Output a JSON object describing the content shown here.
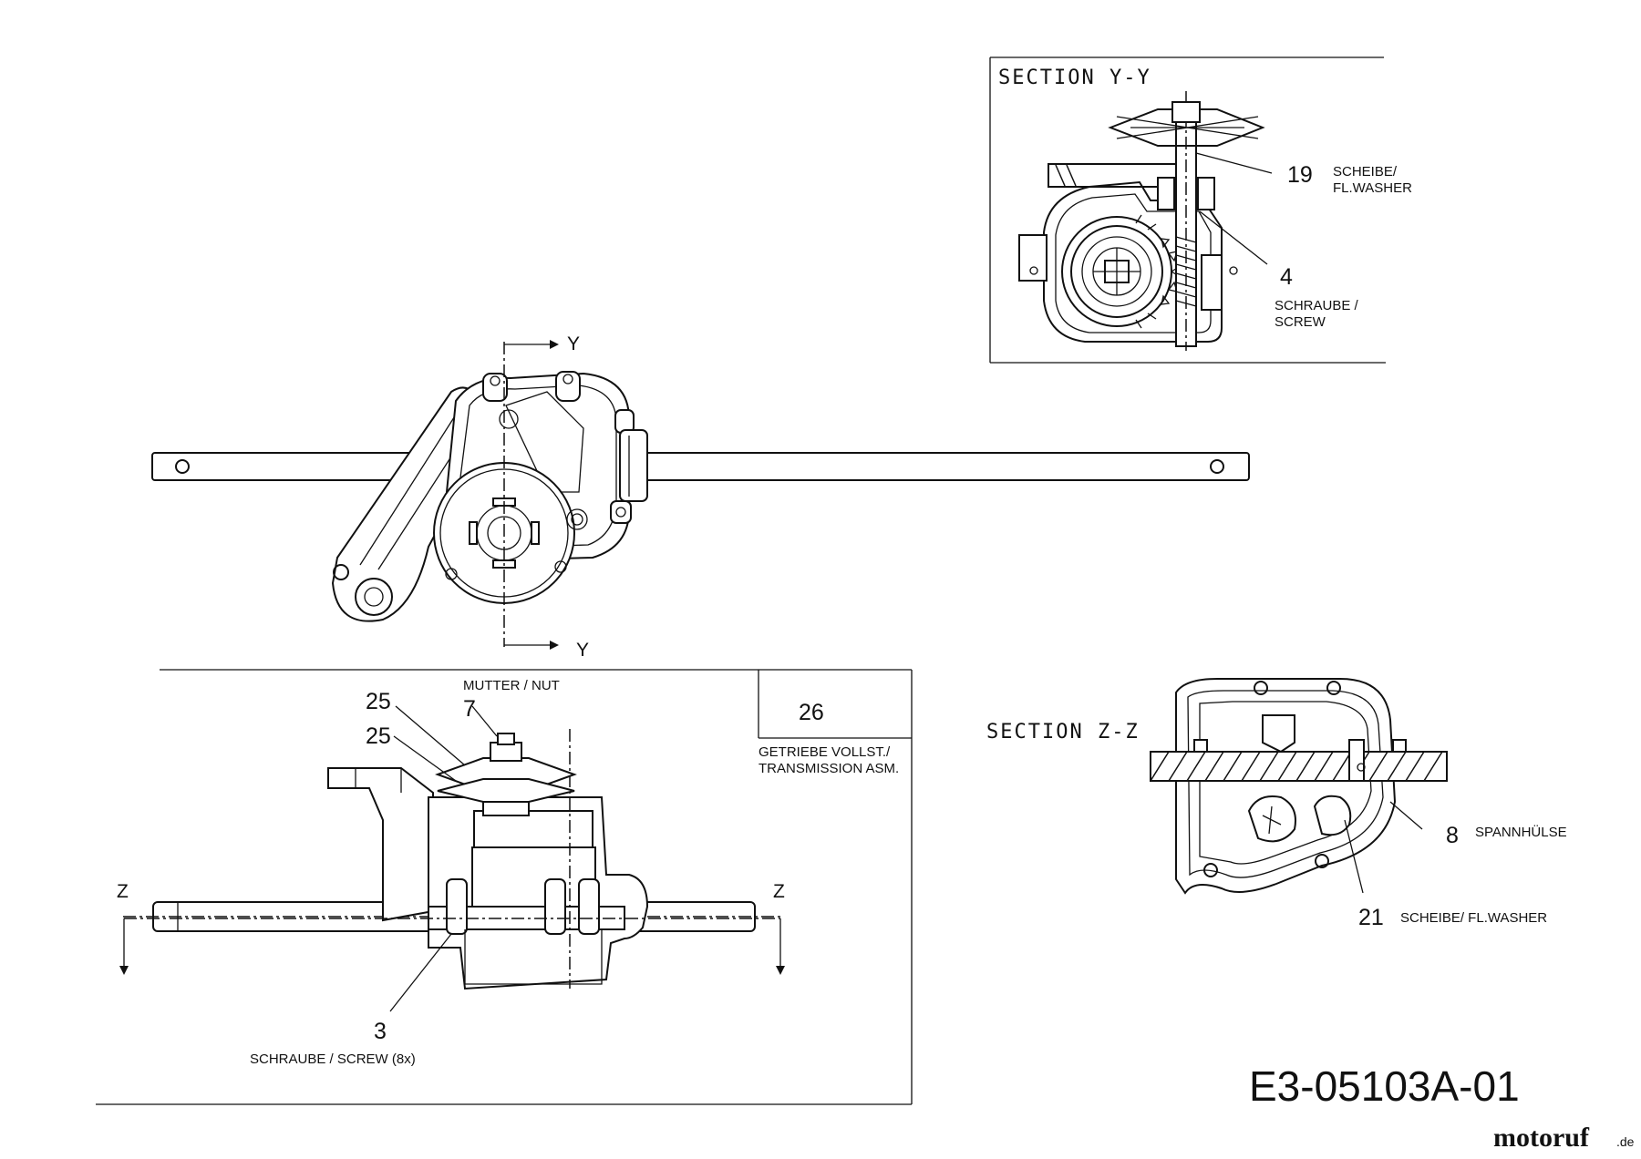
{
  "section_yy": {
    "title": "SECTION Y-Y",
    "callouts": [
      {
        "number": "19",
        "text_line1": "SCHEIBE/",
        "text_line2": "FL.WASHER"
      },
      {
        "number": "4",
        "text_line1": "SCHRAUBE /",
        "text_line2": "SCREW"
      }
    ]
  },
  "section_zz": {
    "title": "SECTION Z-Z",
    "callouts": [
      {
        "number": "8",
        "text_line1": "SPANNHÜLSE"
      },
      {
        "number": "21",
        "text_line1": "SCHEIBE/ FL.WASHER"
      }
    ]
  },
  "top_view": {
    "cut_label_top": "Y",
    "cut_label_bottom": "Y"
  },
  "front_view": {
    "callouts": [
      {
        "number": "25"
      },
      {
        "number": "25"
      },
      {
        "number": "7",
        "text": "MUTTER / NUT"
      },
      {
        "number": "3",
        "text": "SCHRAUBE / SCREW (8x)"
      }
    ],
    "cut_label_left": "Z",
    "cut_label_right": "Z",
    "assembly": {
      "number": "26",
      "text_line1": "GETRIEBE VOLLST./",
      "text_line2": "TRANSMISSION ASM."
    }
  },
  "drawing_id": "E3-05103A-01",
  "watermark": {
    "brand": "motoruf",
    "suffix": ".de",
    "color_main": "#3a4a8c",
    "color_accent": "#d97a1f"
  }
}
